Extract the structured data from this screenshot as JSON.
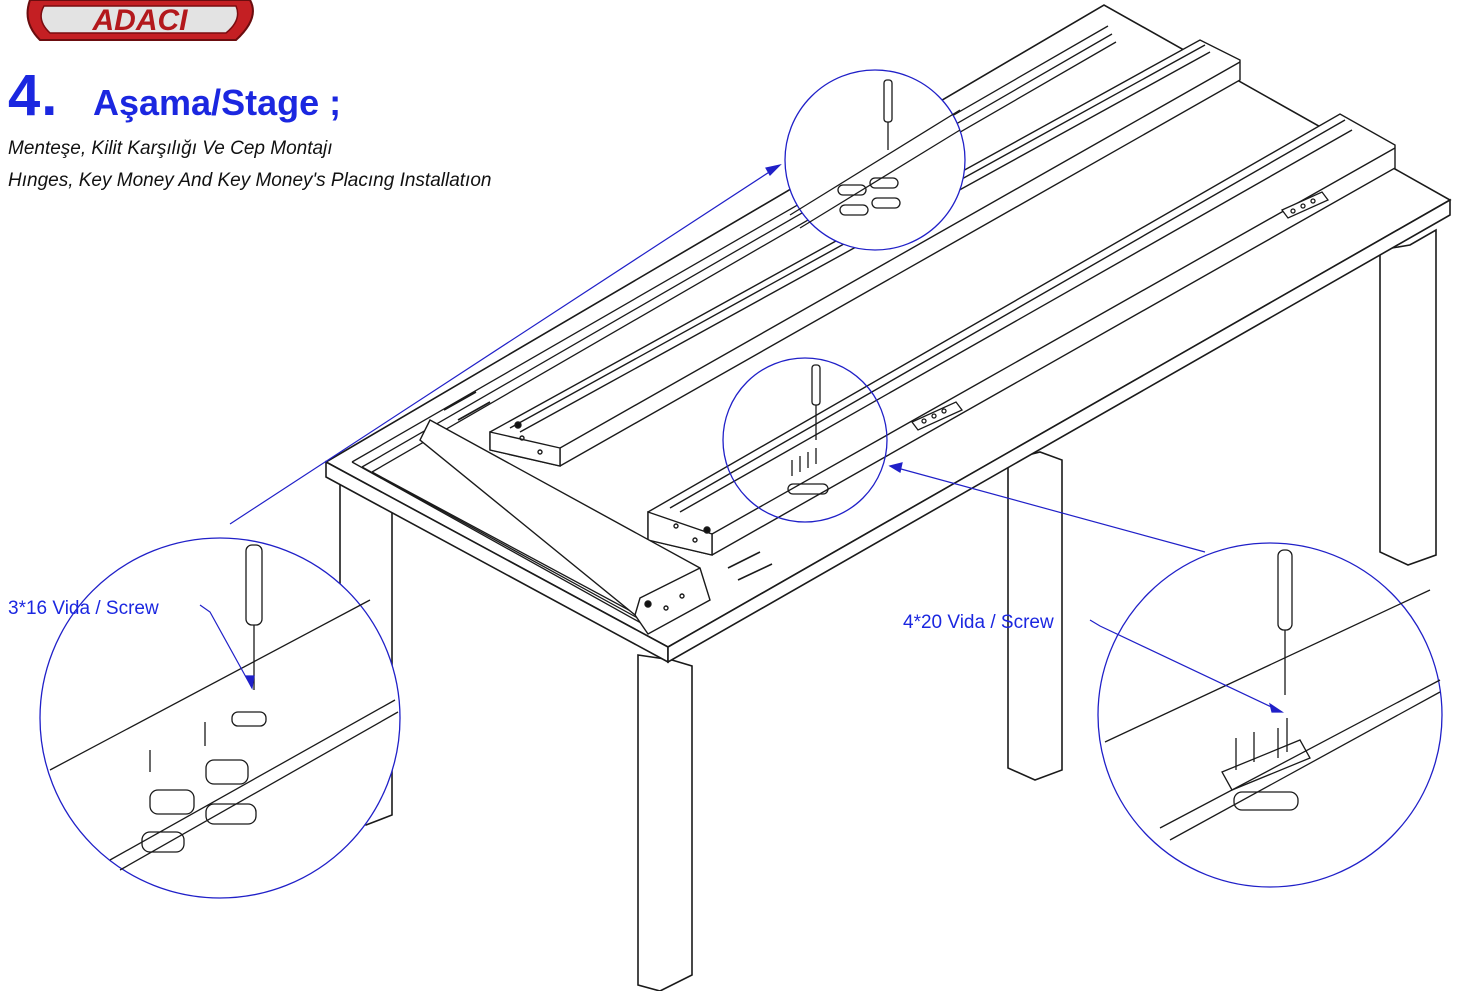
{
  "header": {
    "step_number": "4",
    "step_separator": ".",
    "title": "Aşama/Stage ;",
    "subtitle_tr": "Menteşe, Kilit Karşılığı Ve Cep Montajı",
    "subtitle_en": "Hınges, Key Money And Key Money's Placıng Installatıon"
  },
  "callouts": {
    "screw_3x16": "3*16 Vida / Screw",
    "screw_4x20": "4*20 Vida / Screw"
  },
  "colors": {
    "accent": "#1b27e0",
    "line": "#1a1a1a",
    "logo_red": "#b3181c"
  }
}
